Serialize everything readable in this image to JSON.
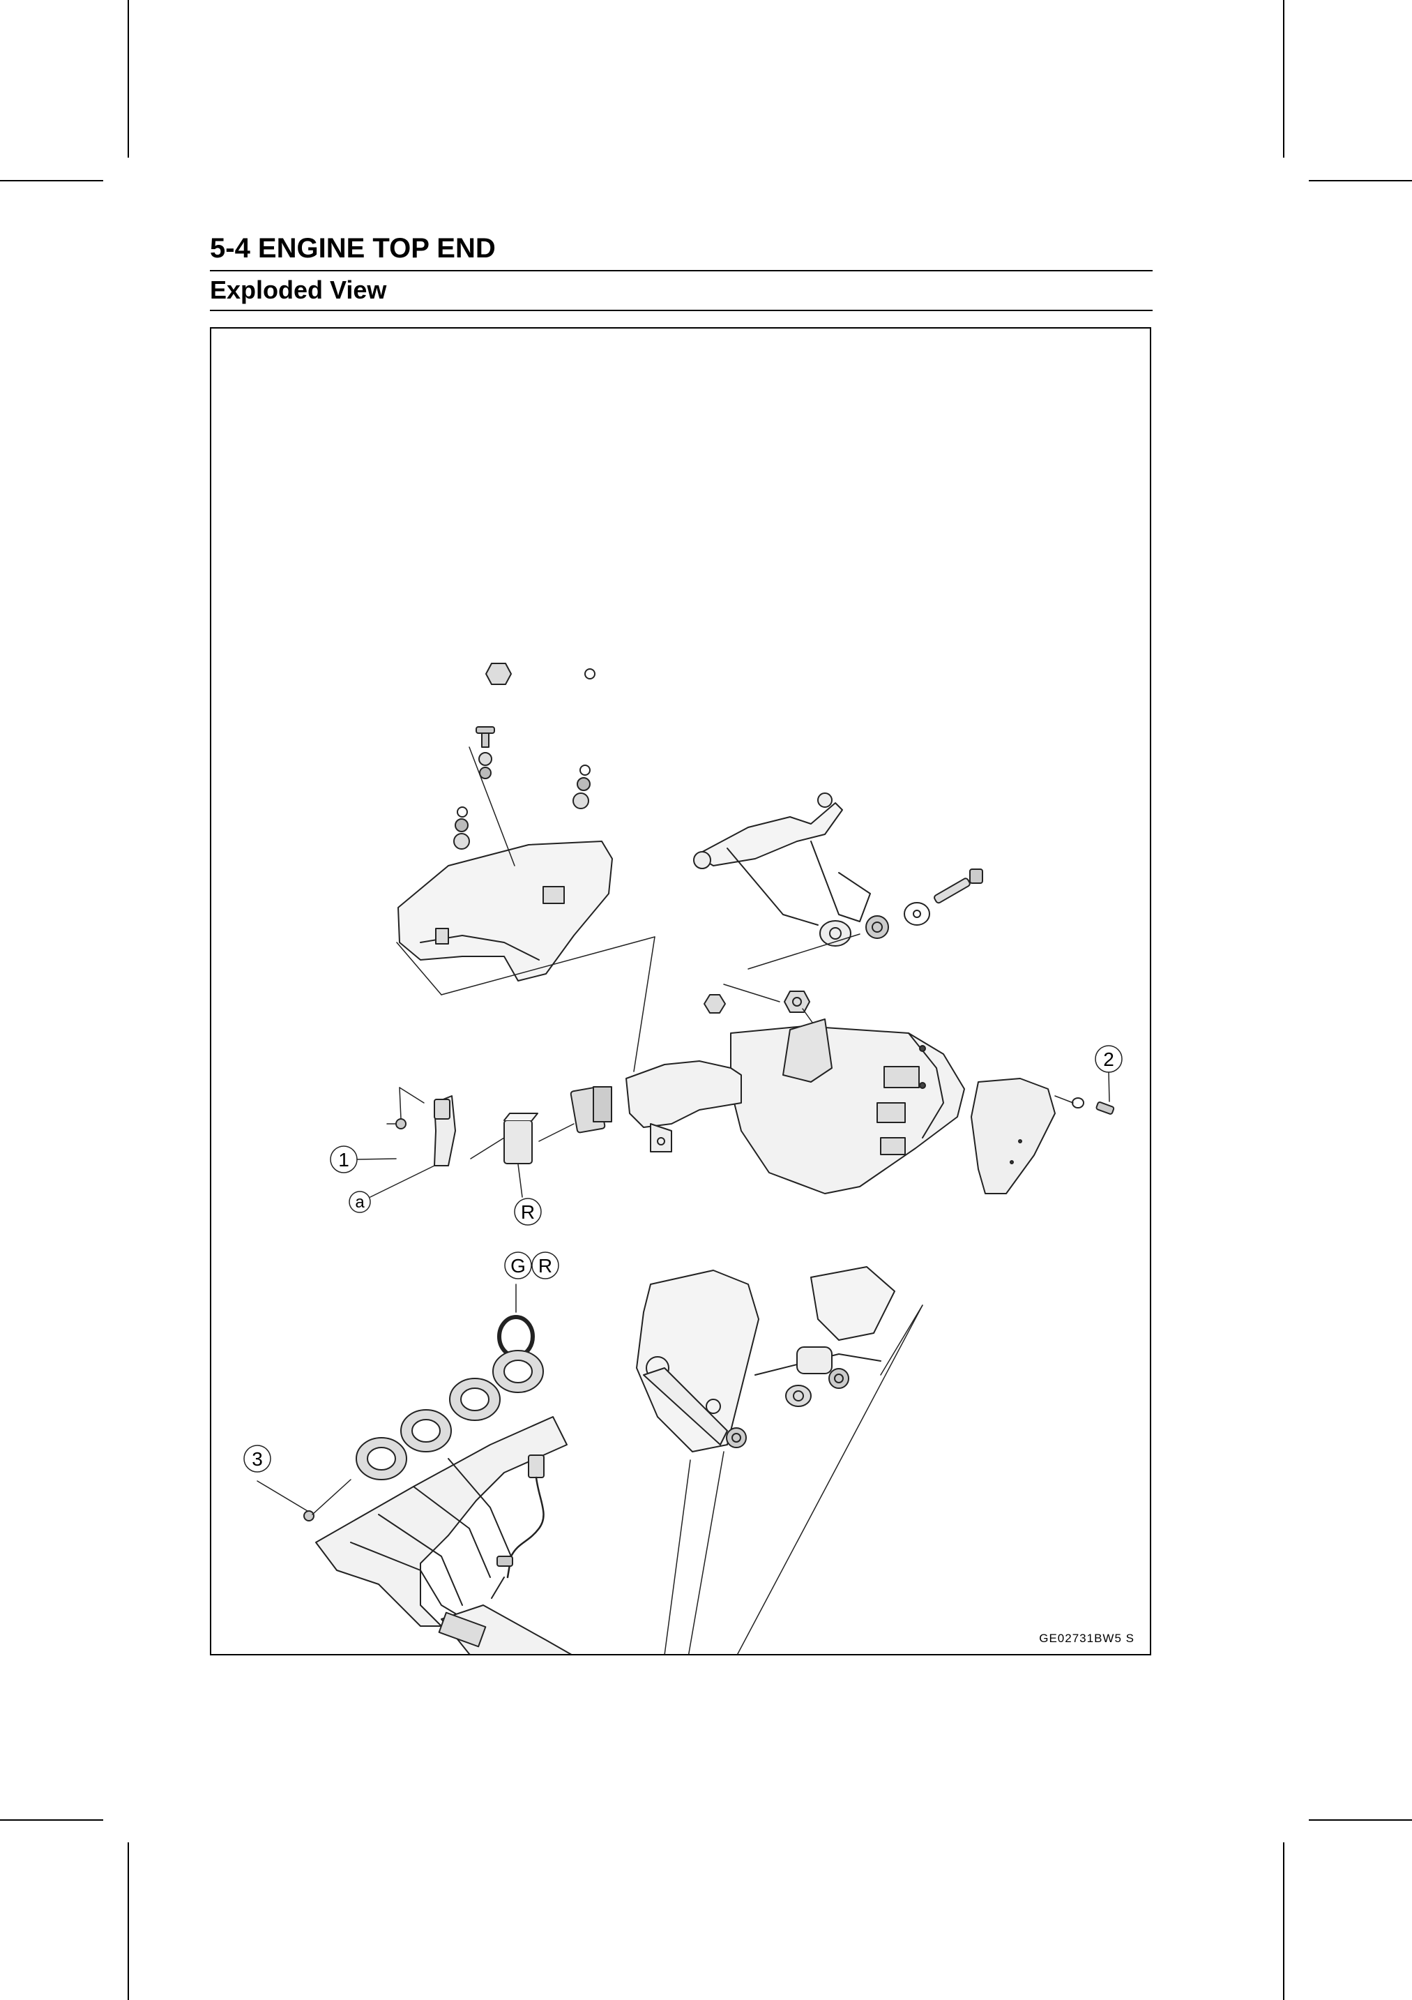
{
  "page": {
    "section_title": "5-4 ENGINE TOP END",
    "subtitle": "Exploded View"
  },
  "figure": {
    "code": "GE02731BW5  S",
    "callouts": [
      "1",
      "2",
      "3"
    ],
    "letter_labels": [
      "a",
      "a",
      "R",
      "G",
      "R"
    ]
  }
}
